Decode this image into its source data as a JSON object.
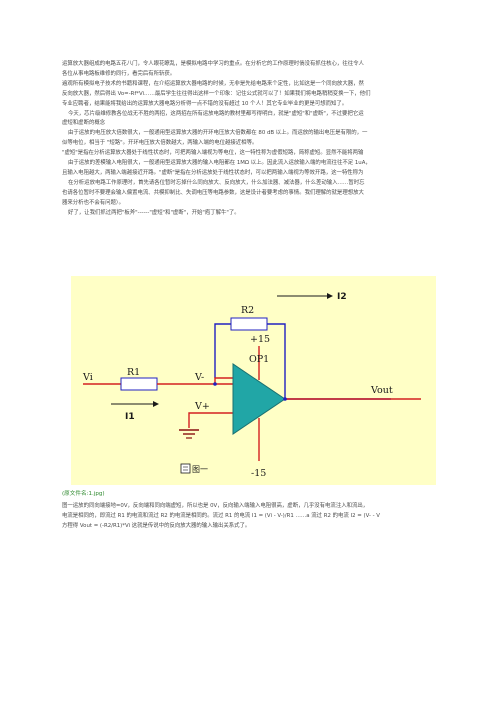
{
  "article": {
    "lines": [
      {
        "text": "运算放大器组成的电路五花八门，令人眼花瞭乱，是模拟电路中学习的重点。在分析它的工作原理时倘没有抓住核心，往往令人",
        "indent": false
      },
      {
        "text": "各位从事电路板维修的同行，看完后有所斩获。",
        "indent": false
      },
      {
        "text": "遍观所有模拟电子技术的书籍和课程，在介绍运算放大器电路的时候，无非是先给电路来个定性，比如这是一个同向放大器，然",
        "indent": false
      },
      {
        "text": "反向放大器，然后得出 Vo=-Rf*Vi……最后学生往往得出这样一个印象：记住公式就可以了！如果我们将电路稍稍变换一下，他们",
        "indent": false
      },
      {
        "text": "专业应聘者，结果能将我给出的运算放大器电路分析得一点不错的没有超过 10 个人！其它专业毕业的更是可想而知了。",
        "indent": false
      },
      {
        "text": "今天，芯片级维修教各位战无不胜的两招，这两招在所有运放电路的教材里都写得明白，就是\"虚短\"和\"虚断\"，不过要把它运",
        "indent": true
      },
      {
        "text": "虚短和虚断的概念",
        "indent": false
      },
      {
        "text": "由于运放的电压放大倍数很大，一般通用型运算放大器的开环电压放大倍数都在 80 dB 以上。而运放的输出电压是有限的，一",
        "indent": true
      },
      {
        "text": "似等电位，相当于 \"短路\"。开环电压放大倍数越大，两输入端的电位越接近相等。",
        "indent": false
      },
      {
        "text": "\"虚短\"是指在分析运算放大器处于线性状态时，可把两输入端视为等电位，这一特性称为虚假短路，简称虚短。显然不能将两输",
        "indent": false
      },
      {
        "text": "由于运放的差模输入电阻很大，一般通用型运算放大器的输入电阻都在 1MΩ 以上。因此流入运放输入端的电流往往不足 1uA，",
        "indent": true
      },
      {
        "text": "且输入电阻越大，两输入端越接近开路。\"虚断\"是指在分析运放处于线性状态时，可以把两输入端视为等效开路，这一特性称为",
        "indent": false
      },
      {
        "text": "在分析运放电路工作原理时，首先请各位暂时忘掉什么同向放大、反向放大，什么加法器、减法器，什么差动输入……暂时忘",
        "indent": true
      },
      {
        "text": "也请各位暂时不要理会输入偏置电流、共模抑制比、失调电压等电路参数，这是设计者要考虑的事情。我们理解的就是理想放大",
        "indent": false
      },
      {
        "text": "器来分析也不会有问题）。",
        "indent": false
      },
      {
        "text": "好了，让我们抓过两把\"板斧\"------\"虚短\"和\"虚断\"，开始\"庖丁解牛\"了。",
        "indent": true
      }
    ]
  },
  "circuit": {
    "labels": {
      "r2": "R2",
      "i2": "I2",
      "plus15": "+15",
      "op1": "OP1",
      "vi": "Vi",
      "r1": "R1",
      "vminus": "V-",
      "vplus": "V+",
      "vout": "Vout",
      "i1": "I1",
      "minus15": "-15",
      "fig": "图一"
    },
    "colors": {
      "background": "#ffffc6",
      "wire_red": "#d42020",
      "wire_blue": "#2020c0",
      "opamp_fill": "#21a6a6",
      "resistor_border": "#2020c0",
      "ground": "#8a1010"
    }
  },
  "caption": "(原文件名:1.jpg)",
  "analysis": {
    "lines": [
      "图一运放的同向端接地=0V，反向端和同向端虚短，所以也是 0V，反向输入端输入电阻很高，虚断，几乎没有电流注入和流出，",
      "电流是相同的，即流过 R1 的电流和流过 R2 的电流是相同的。流过 R1 的电流 I1 = (Vi - V-)/R1 ……a 流过 R2 的电流 I2 = (V- - V",
      "方程得 Vout = (-R2/R1)*Vi 这就是传说中的反向放大器的输入输出关系式了。"
    ]
  }
}
